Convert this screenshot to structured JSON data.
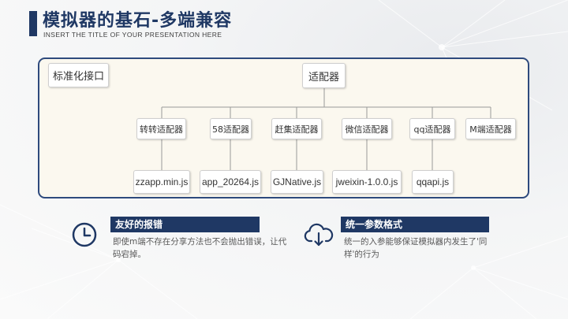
{
  "header": {
    "title": "模拟器的基石-多端兼容",
    "subtitle": "INSERT THE TITLE OF YOUR PRESENTATION HERE"
  },
  "diagram": {
    "left_node": "标准化接口",
    "root": "适配器",
    "adapters": [
      {
        "label": "转转适配器",
        "file": "zzapp.min.js"
      },
      {
        "label": "58适配器",
        "file": "app_20264.js"
      },
      {
        "label": "赶集适配器",
        "file": "GJNative.js"
      },
      {
        "label": "微信适配器",
        "file": "jweixin-1.0.0.js"
      },
      {
        "label": "qq适配器",
        "file": "qqapi.js"
      },
      {
        "label": "M端适配器",
        "file": ""
      }
    ]
  },
  "features": [
    {
      "title": "友好的报错",
      "desc": "即使m端不存在分享方法也不会抛出错误，让代码宕掉。",
      "icon": "clock-icon"
    },
    {
      "title": "统一参数格式",
      "desc": "统一的入参能够保证模拟器内发生了'同样'的行为",
      "icon": "cloud-download-icon"
    }
  ],
  "colors": {
    "accent": "#1f3864",
    "panel_border": "#2e4a7d",
    "panel_bg": "#fbf8ef"
  }
}
